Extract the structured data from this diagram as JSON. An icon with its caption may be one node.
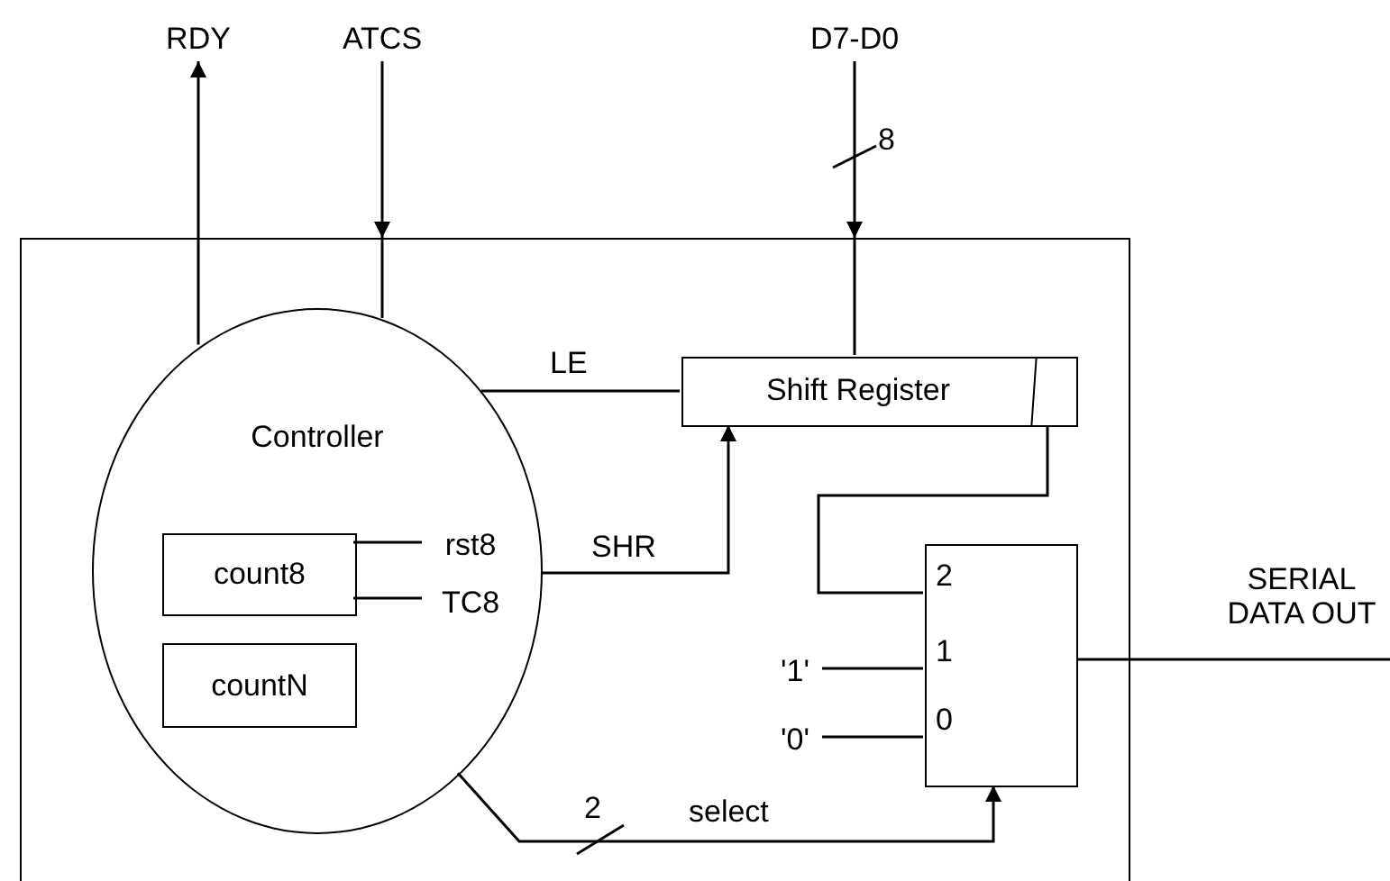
{
  "diagram": {
    "nodes": [
      {
        "text": [],
        "shape": "box"
      },
      {
        "text": [
          "RDY"
        ]
      },
      {
        "text": [
          "ATCS"
        ]
      },
      {
        "text": [
          "D7-D0"
        ]
      },
      {
        "text": [
          "Controller"
        ],
        "in": 0
      },
      {
        "text": [
          "count8"
        ],
        "in": 4
      },
      {
        "text": [
          "rst8"
        ],
        "in": 4
      },
      {
        "text": [
          "TC8"
        ],
        "in": 4
      },
      {
        "text": [
          "countN"
        ],
        "in": 4
      },
      {
        "text": [
          "Shift Register"
        ],
        "in": 0
      },
      {
        "text": [
          "'1'"
        ],
        "in": 0
      },
      {
        "text": [
          "'0'"
        ],
        "in": 0
      },
      {
        "text": [
          "2",
          "1",
          "0"
        ],
        "in": 0
      },
      {
        "text": [
          "SERIAL DATA OUT"
        ]
      }
    ],
    "edges": [
      {
        "from": 4,
        "to": 1,
        "arrow": "to"
      },
      {
        "from": 2,
        "to": 0,
        "arrow": "to"
      },
      {
        "from": 0,
        "to": 4,
        "arrow": "none"
      },
      {
        "from": 3,
        "to": 0,
        "arrow": "to"
      },
      {
        "from": 0,
        "to": 9,
        "arrow": "none"
      },
      {
        "from": 4,
        "to": 9,
        "arrow": "none",
        "label": "LE"
      },
      {
        "from": 4,
        "to": 9,
        "arrow": "to",
        "label": "SHR"
      },
      {
        "from": 9,
        "to": 12,
        "arrow": "none"
      },
      {
        "from": 10,
        "to": 12,
        "arrow": "none"
      },
      {
        "from": 11,
        "to": 12,
        "arrow": "none"
      },
      {
        "from": 4,
        "to": 12,
        "arrow": "to",
        "label": "select"
      },
      {
        "from": 12,
        "to": 13,
        "arrow": "none"
      },
      {
        "from": 5,
        "to": 6,
        "arrow": "none"
      },
      {
        "from": 5,
        "to": 7,
        "arrow": "none"
      }
    ],
    "labels": [
      "8",
      "2"
    ]
  }
}
